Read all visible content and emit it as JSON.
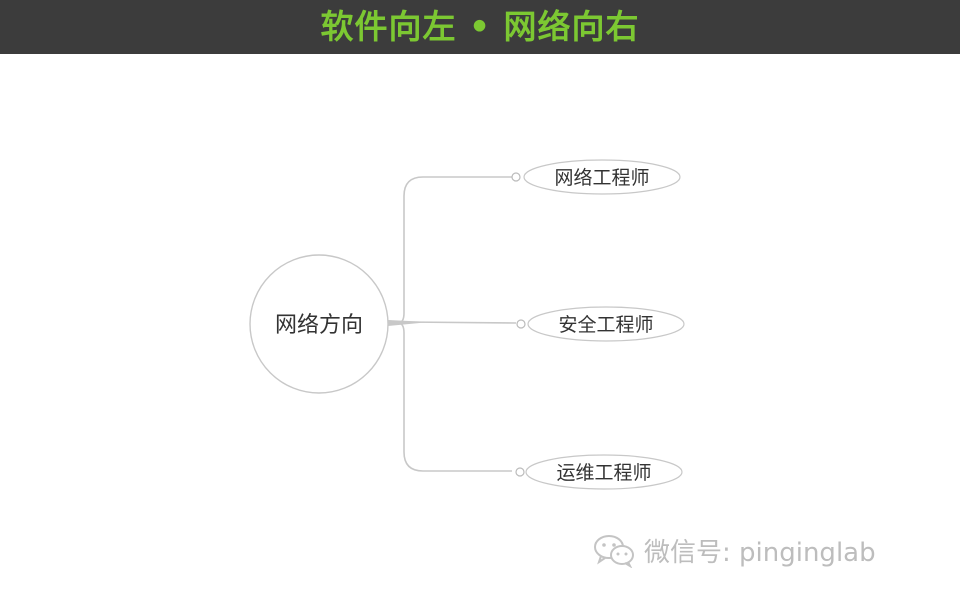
{
  "header": {
    "title": "软件向左 • 网络向右",
    "background_color": "#3c3c3c",
    "text_color": "#7cc832"
  },
  "diagram": {
    "root": "网络方向",
    "children": [
      "网络工程师",
      "安全工程师",
      "运维工程师"
    ],
    "line_color": "#c8c8c8"
  },
  "watermark": {
    "text": "微信号: pinginglab",
    "icon": "wechat-icon"
  }
}
